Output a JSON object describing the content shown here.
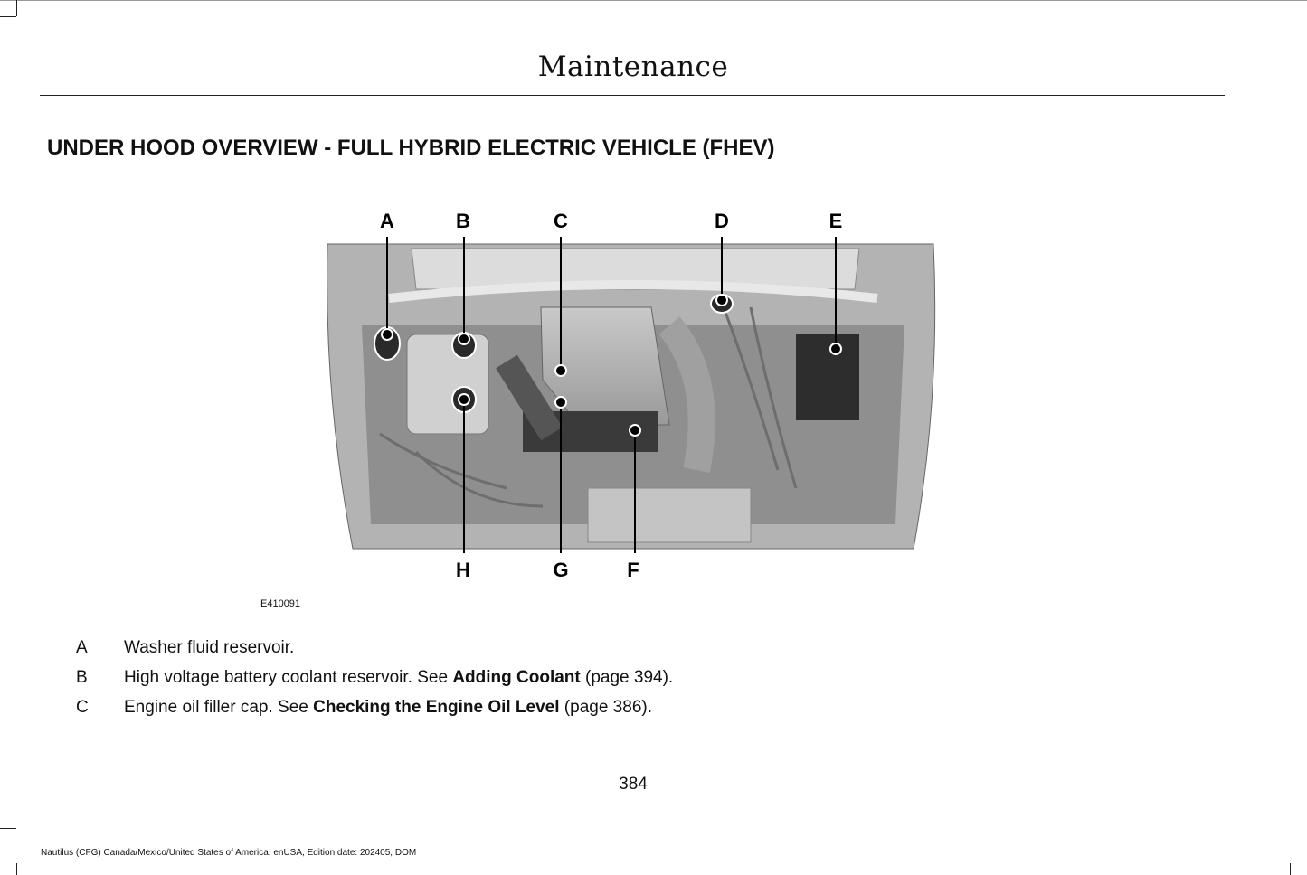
{
  "header": {
    "title": "Maintenance"
  },
  "section": {
    "heading": "UNDER HOOD OVERVIEW - FULL HYBRID ELECTRIC VEHICLE (FHEV)"
  },
  "figure": {
    "id": "E410091",
    "callouts_top": [
      "A",
      "B",
      "C",
      "D",
      "E"
    ],
    "callouts_bottom": [
      "H",
      "G",
      "F"
    ]
  },
  "items": [
    {
      "key": "A",
      "parts": [
        {
          "text": "Washer fluid reservoir.",
          "bold": false
        }
      ]
    },
    {
      "key": "B",
      "parts": [
        {
          "text": "High voltage battery coolant reservoir. See ",
          "bold": false
        },
        {
          "text": "Adding Coolant",
          "bold": true
        },
        {
          "text": " (page 394).",
          "bold": false
        }
      ]
    },
    {
      "key": "C",
      "parts": [
        {
          "text": "Engine oil filler cap. See ",
          "bold": false
        },
        {
          "text": "Checking the Engine Oil Level",
          "bold": true
        },
        {
          "text": " (page 386).",
          "bold": false
        }
      ]
    }
  ],
  "page_number": "384",
  "footer": "Nautilus (CFG) Canada/Mexico/United States of America, enUSA, Edition date: 202405, DOM"
}
